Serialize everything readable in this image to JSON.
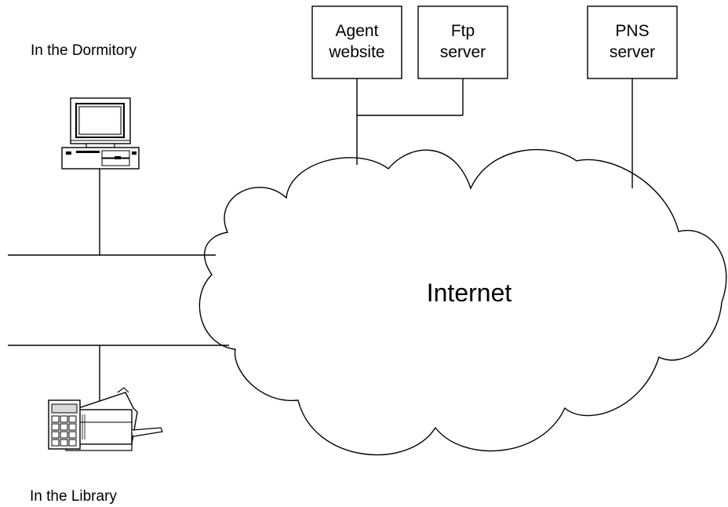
{
  "labels": {
    "dormitory": "In the Dormitory",
    "library": "In the Library",
    "internet": "Internet"
  },
  "servers": {
    "agent": {
      "line1": "Agent",
      "line2": "website"
    },
    "ftp": {
      "line1": "Ftp",
      "line2": "server"
    },
    "pns": {
      "line1": "PNS",
      "line2": "server"
    }
  },
  "icons": {
    "computer": "desktop-computer-icon",
    "pos_terminal": "pos-terminal-printer-icon",
    "cloud": "internet-cloud"
  },
  "colors": {
    "line": "#000000",
    "background": "#ffffff"
  }
}
